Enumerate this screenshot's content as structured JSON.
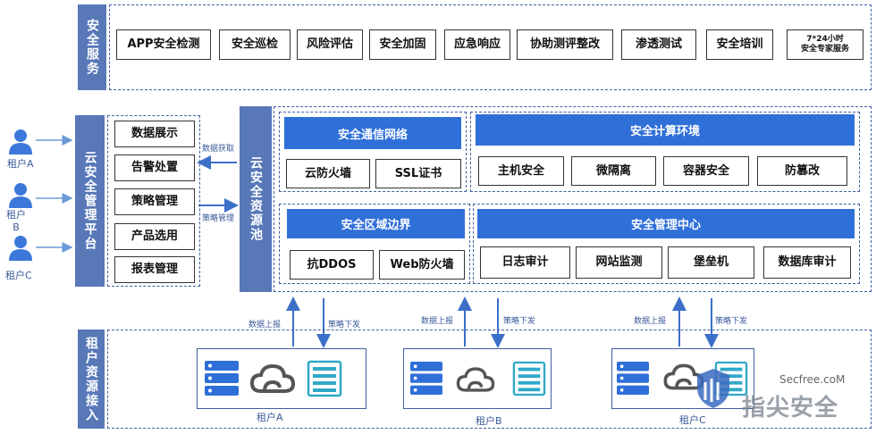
{
  "security_services": {
    "label": "安全服务",
    "items": [
      "APP安全检测",
      "安全巡检",
      "风险评估",
      "安全加固",
      "应急响应",
      "协助测评整改",
      "渗透测试",
      "安全培训"
    ],
    "expert_service": {
      "line1": "7*24小时",
      "line2": "安全专家服务"
    }
  },
  "tenants_left": [
    "租户A",
    "租户B",
    "租户C"
  ],
  "management_platform": {
    "label": "云安全管理平台",
    "items": [
      "数据展示",
      "告警处置",
      "策略管理",
      "产品选用",
      "报表管理"
    ]
  },
  "flows": {
    "data_fetch": "数据获取",
    "policy_mgmt": "策略管理"
  },
  "resource_pool": {
    "label": "云安全资源池"
  },
  "secure_comm_network": {
    "title": "安全通信网络",
    "items": [
      "云防火墙",
      "SSL证书"
    ]
  },
  "secure_compute_env": {
    "title": "安全计算环境",
    "items": [
      "主机安全",
      "微隔离",
      "容器安全",
      "防篡改"
    ]
  },
  "secure_region_boundary": {
    "title": "安全区域边界",
    "items": [
      "抗DDOS",
      "Web防火墙"
    ]
  },
  "secure_mgmt_center": {
    "title": "安全管理中心",
    "items": [
      "日志审计",
      "网站监测",
      "堡垒机",
      "数据库审计"
    ]
  },
  "uplink": {
    "up": "数据上报",
    "down": "策略下发"
  },
  "tenant_access": {
    "label": "租户资源接入",
    "tenants": [
      "租户A",
      "租户B",
      "租户C"
    ]
  },
  "watermark": {
    "site": "Secfree.coM",
    "brand": "指尖安全"
  },
  "colors": {
    "accent": "#2f6fd8",
    "side_label": "#5878b8",
    "border": "#3f5f9f"
  }
}
